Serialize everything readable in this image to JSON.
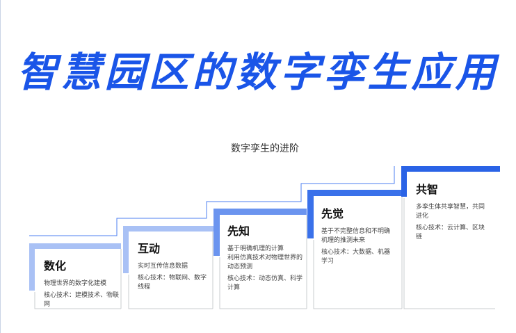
{
  "title": "智慧园区的数字孪生应用",
  "subtitle": "数字孪生的进阶",
  "colors": {
    "title": "#1a55e8",
    "light_bar": "#a9c1f5",
    "mid_bar": "#6b94ef",
    "dark_bar": "#3a71ea",
    "outline": "#4d7ff0"
  },
  "steps": [
    {
      "title": "数化",
      "desc": "物理世界的数字化建模",
      "tech": "核心技术：建模技术、物联网"
    },
    {
      "title": "互动",
      "desc": "实时互传信息数据",
      "tech": "核心技术：物联网、数字线程"
    },
    {
      "title": "先知",
      "desc": "基于明确机理的计算\n利用仿真技术对物理世界的动态预测",
      "tech": "核心技术：动态仿真、科学计算"
    },
    {
      "title": "先觉",
      "desc": "基于不完整信息和不明确机理的推测未来",
      "tech": "核心技术：大数据、机器学习"
    },
    {
      "title": "共智",
      "desc": "多孪生体共享智慧，共同进化",
      "tech": "核心技术：云计算、区块链"
    }
  ]
}
